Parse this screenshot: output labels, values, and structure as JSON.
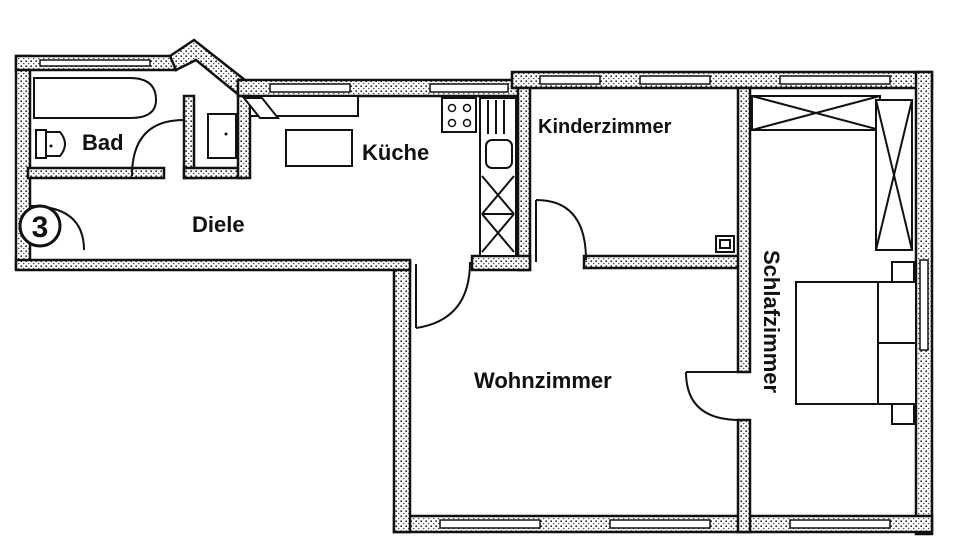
{
  "floor_plan": {
    "unit_number": "3",
    "rooms": {
      "bad": "Bad",
      "kueche": "Küche",
      "diele": "Diele",
      "kinderzimmer": "Kinderzimmer",
      "wohnzimmer": "Wohnzimmer",
      "schlafzimmer": "Schlafzimmer"
    }
  }
}
